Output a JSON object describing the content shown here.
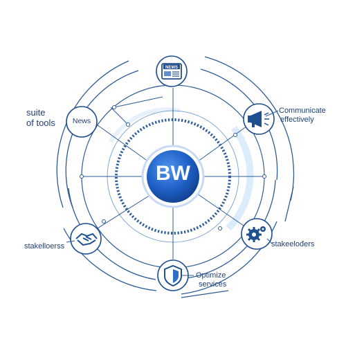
{
  "center": {
    "text": "BW",
    "color": "#1e63c8"
  },
  "nodes": {
    "news_top": {
      "badge": "NEWS",
      "icon": "newspaper-icon"
    },
    "news_left": {
      "label": "News"
    },
    "communicate": {
      "icon": "megaphone-icon"
    },
    "stakeholders_right": {
      "icon": "gears-icon"
    },
    "optimize": {
      "icon": "shield-icon"
    },
    "stakeholders_left": {
      "icon": "handshake-icon"
    }
  },
  "labels": {
    "suite_line1": "suite",
    "suite_line2": "of tools",
    "communicate_line1": "Communicate",
    "communicate_line2": "effectively",
    "stakeholders_right": "stakeelođers",
    "stakeholders_left": "stakelloerss",
    "optimize_line1": "Optimize",
    "optimize_line2": "services"
  },
  "colors": {
    "line": "#2c5a96",
    "accent": "#1e63c8",
    "glow": "#dcecfb"
  }
}
